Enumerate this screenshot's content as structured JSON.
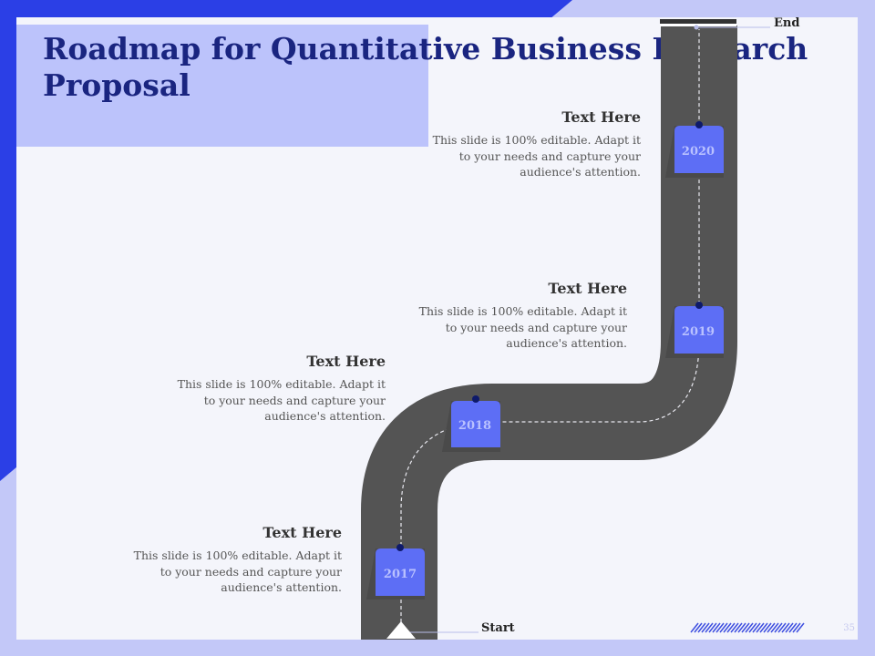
{
  "title": "Roadmap for Quantitative Business Research Proposal",
  "milestones": [
    {
      "year": "2017",
      "heading": "Text Here",
      "body": "This slide is 100% editable. Adapt it to your needs and capture your audience's attention."
    },
    {
      "year": "2018",
      "heading": "Text Here",
      "body": "This slide is 100% editable. Adapt it to your needs and capture your audience's attention."
    },
    {
      "year": "2019",
      "heading": "Text Here",
      "body": "This slide is 100% editable. Adapt it to your needs and capture your audience's attention."
    },
    {
      "year": "2020",
      "heading": "Text Here",
      "body": "This slide is 100% editable. Adapt it to your needs and capture your audience's attention."
    }
  ],
  "start_label": "Start",
  "end_label": "End",
  "slide_number": "35",
  "colors": {
    "accent": "#2b3fe6",
    "marker": "#5d6ef5",
    "road": "#545454",
    "title": "#1a2580"
  }
}
